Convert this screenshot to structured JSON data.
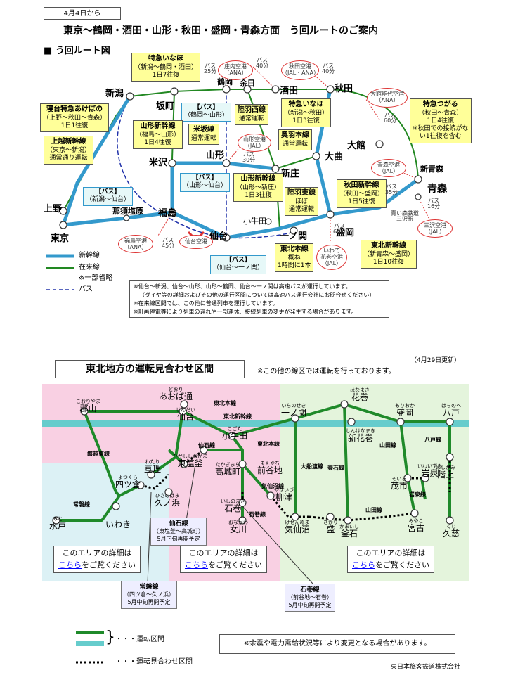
{
  "page": {
    "date_tab": "4月4日から",
    "title": "東京～鶴岡・酒田・山形・秋田・盛岡・青森方面　う回ルートのご案内",
    "section1": "■ う回ルート図"
  },
  "routes": {
    "akebono": {
      "name": "寝台特急あけぼの",
      "sub": "（上野～秋田～青森）",
      "freq": "1日1往復"
    },
    "joetsu": {
      "name": "上越新幹線",
      "sub": "（東京～新潟）",
      "freq": "通常通り運転"
    },
    "inaho1": {
      "name": "特急いなほ",
      "sub": "（新潟～鶴岡・酒田）",
      "freq": "1日7往復"
    },
    "bus_tsuruoka": {
      "name": "【バス】",
      "sub": "（鶴岡～山形）"
    },
    "yamagata_shinkansen": {
      "name": "山形新幹線",
      "sub": "（福島～山形）",
      "freq": "1日4往復"
    },
    "yonesaka": {
      "name": "米坂線",
      "freq": "通常運転"
    },
    "bus_sendai_yamagata": {
      "name": "【バス】",
      "sub": "（山形～仙台）"
    },
    "bus_niigata_sendai": {
      "name": "【バス】",
      "sub": "（新潟～仙台）"
    },
    "rikuu_west": {
      "name": "陸羽西線",
      "freq": "通常運転"
    },
    "ou_main": {
      "name": "奥羽本線",
      "freq": "通常運転"
    },
    "yamagata_shinkansen2": {
      "name": "山形新幹線",
      "sub": "（山形～新庄）",
      "freq": "1日3往復"
    },
    "rikuu_east": {
      "name": "陸羽東線",
      "freq1": "ほぼ",
      "freq2": "通常運転"
    },
    "inaho2": {
      "name": "特急いなほ",
      "sub": "（新潟～秋田）",
      "freq": "1日3往復"
    },
    "akita_shinkansen": {
      "name": "秋田新幹線",
      "sub": "（秋田～盛岡）",
      "freq": "1日5往復"
    },
    "tsugaru": {
      "name": "特急つがる",
      "sub": "（秋田～青森）",
      "freq": "1日4往復",
      "note1": "※秋田での接続がな",
      "note2": "い1往復を含む"
    },
    "tohoku_main": {
      "name": "東北本線",
      "freq1": "概ね",
      "freq2": "1時間に1本"
    },
    "tohoku_shinkansen": {
      "name": "東北新幹線",
      "sub": "（新青森～盛岡）",
      "freq": "1日10往復"
    },
    "bus_sendai_ichinoseki": {
      "name": "【バス】",
      "sub": "（仙台～一ノ関）"
    }
  },
  "airports": {
    "shonai": {
      "name": "庄内空港",
      "sub": "（ANA）"
    },
    "akita": {
      "name": "秋田空港",
      "sub": "（JAL・ANA）"
    },
    "odate": {
      "name": "大館能代空港",
      "sub": "（ANA）"
    },
    "yamagata": {
      "name": "山形空港",
      "sub": "（JAL）"
    },
    "aomori": {
      "name": "青森空港",
      "sub": "（JAL）"
    },
    "misawa": {
      "name": "三沢空港",
      "sub": "（JAL）"
    },
    "hanamaki": {
      "name": "いわて",
      "sub": "花巻空港",
      "sub2": "（JAL）"
    },
    "fukushima": {
      "name": "福島空港",
      "sub": "（ANA）"
    },
    "sendai": {
      "name": "仙台空港"
    }
  },
  "bus_labels": {
    "b25": "バス",
    "b25t": "25分",
    "b40a": "バス",
    "b40at": "40分",
    "b40b": "バス",
    "b40bt": "40分",
    "b60": "バス",
    "b60t": "60分",
    "b30": "バス",
    "b30t": "30分",
    "b35": "バス",
    "b35t": "35分",
    "b16": "バス",
    "b16t": "16分",
    "b45": "バス",
    "b45t": "45分",
    "b60b": "バス",
    "b60bt": "60分",
    "misawa_st": "青い森鉄道",
    "misawa_st2": "三沢駅"
  },
  "stations1": {
    "niigata": "新潟",
    "sakamachi": "坂町",
    "tsuruoka": "鶴岡",
    "amarume": "余目",
    "sakata": "酒田",
    "akita": "秋田",
    "odate": "大館",
    "shinaomori": "新青森",
    "aomori": "青森",
    "yonezawa": "米沢",
    "yamagata": "山形",
    "omagari": "大曲",
    "shinjo": "新庄",
    "fukushima": "福島",
    "sendai": "仙台",
    "kogota": "小牛田",
    "ichinoseki": "一ノ関",
    "morioka": "盛岡",
    "ueno": "上野",
    "tokyo": "東京",
    "nasushiobara": "那須塩原"
  },
  "legend1": {
    "shinkansen": "新幹線",
    "zairai": "在来線",
    "partial": "※一部省略",
    "bus": "バス"
  },
  "notes1": [
    "※仙台～新潟、仙台～山形、山形～鶴岡、仙台～一ノ関は高速バスが運行しています。",
    "（ダイヤ等の詳細およびその他の運行区間については高速バス運行会社にお問合せください）",
    "※在来線区間では、この他に普通列車を運行しています。",
    "※計画停電等により列車の遅れや一部運休、接続列車の変更が発生する場合があります。"
  ],
  "section2": {
    "title": "東北地方の運転見合わせ区間",
    "note": "※この他の線区では運転を行っております。",
    "updated": "（4月29日更新）"
  },
  "stations2": {
    "aoba": {
      "rb": "どおり",
      "nm": "あおば通"
    },
    "sendai": {
      "rb": "せんだい",
      "nm": "仙台"
    },
    "koriyama": {
      "rb": "こおりやま",
      "nm": "郡山"
    },
    "ichinoseki": {
      "rb": "いちのせき",
      "nm": "一ノ関"
    },
    "hanamaki": {
      "rb": "はなまき",
      "nm": "花巻"
    },
    "morioka": {
      "rb": "もりおか",
      "nm": "盛岡"
    },
    "hachinohe": {
      "rb": "はちのへ",
      "nm": "八戸"
    },
    "kogota": {
      "rb": "こごた",
      "nm": "小牛田"
    },
    "shinhanamaki": {
      "rb": "しんはなまき",
      "nm": "新花巻"
    },
    "shiogama": {
      "rb": "ひがししおがま",
      "nm": "東塩釜"
    },
    "watari": {
      "rb": "わたり",
      "nm": "亘理"
    },
    "takagi": {
      "rb": "たかぎまち",
      "nm": "高城町"
    },
    "maeyachi": {
      "rb": "まえやち",
      "nm": "前谷地"
    },
    "hashikami": {
      "rb": "はしかみ",
      "nm": "階上"
    },
    "yotsukura": {
      "rb": "よつくら",
      "nm": "四ツ倉"
    },
    "moichi": {
      "rb": "もいち",
      "nm": "茂市"
    },
    "iwaizumi": {
      "rb": "いわいずみ",
      "nm": "岩泉"
    },
    "hisanohama": {
      "rb": "ひさのはま",
      "nm": "久ノ浜"
    },
    "yanaizu": {
      "rb": "やないづ",
      "nm": "柳津"
    },
    "ishinomaki": {
      "rb": "いしのまき",
      "nm": "石巻"
    },
    "mito": {
      "rb": "みと",
      "nm": "水戸"
    },
    "iwaki": {
      "rb": "",
      "nm": "いわき"
    },
    "onagawa": {
      "rb": "おながわ",
      "nm": "女川"
    },
    "kesennuma": {
      "rb": "けせんぬま",
      "nm": "気仙沼"
    },
    "sakari": {
      "rb": "さかり",
      "nm": "盛"
    },
    "kamaishi": {
      "rb": "かまいし",
      "nm": "釜石"
    },
    "miyako": {
      "rb": "みやこ",
      "nm": "宮古"
    },
    "kuji": {
      "rb": "くじ",
      "nm": "久慈"
    }
  },
  "lines2": {
    "tohoku_shinkansen": "東北新幹線",
    "tohoku_main1": "東北本線",
    "tohoku_main2": "東北本線",
    "banetsu": "磐越東線",
    "senseki": "仙石線",
    "joban": "常磐線",
    "kesennuma_line": "気仙沼線",
    "ishinomaki_line": "石巻線",
    "ofunato": "大船渡線",
    "kamaishi_line": "釜石線",
    "yamada1": "山田線",
    "yamada2": "山田線",
    "hachinohe_line": "八戸線",
    "iwaizumi_line": "岩泉線"
  },
  "callouts": {
    "senseki": {
      "h": "仙石線",
      "s": "（東塩釜～高城町）",
      "d": "5月下旬再開予定"
    },
    "joban": {
      "h": "常磐線",
      "s": "（四ツ倉～久ノ浜）",
      "d": "5月中旬再開予定"
    },
    "ishinomaki": {
      "h": "石巻線",
      "s": "（前谷地～石巻）",
      "d": "5月中旬再開予定"
    }
  },
  "areas": {
    "a1": {
      "l1": "このエリアの詳細は",
      "lnk": "こちら",
      "l2": "をご覧ください"
    },
    "a2": {
      "l1": "このエリアの詳細は",
      "lnk": "こちら",
      "l2": "をご覧ください"
    },
    "a3": {
      "l1": "このエリアの詳細は",
      "lnk": "こちら",
      "l2": "をご覧ください"
    }
  },
  "legend2": {
    "running": "・・・運転区間",
    "stopped": "・・・運転見合わせ区間",
    "brace": "}"
  },
  "footer": {
    "note": "※余震や電力需給状況等により変更となる場合があります。",
    "company": "東日本旅客鉄道株式会社"
  },
  "colors": {
    "shinkansen": "#3399cc",
    "zairai": "#228822",
    "bus": "#2233aa",
    "pink": "#f9d0e3",
    "green": "#e4f4dc",
    "cyan": "#dcf1f5",
    "teal": "#66cccc",
    "dgreen": "#1f8a2a"
  }
}
